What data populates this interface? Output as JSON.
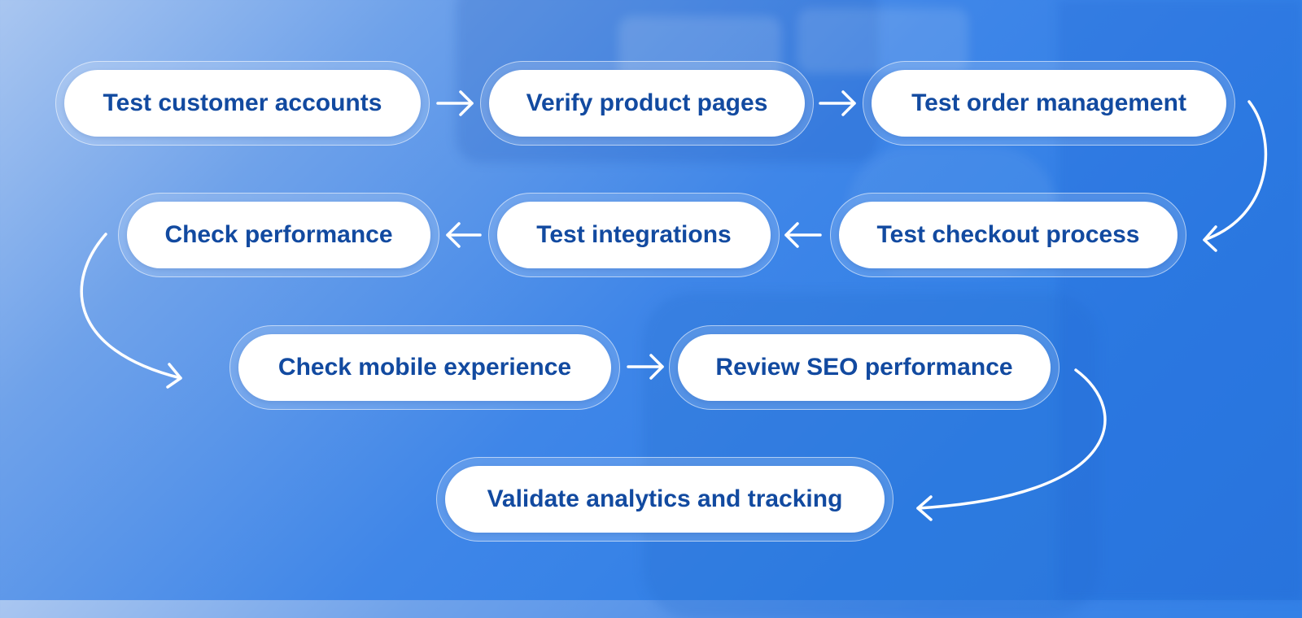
{
  "steps": [
    {
      "label": "Test customer accounts"
    },
    {
      "label": "Verify product pages"
    },
    {
      "label": "Test order management"
    },
    {
      "label": "Test checkout process"
    },
    {
      "label": "Test integrations"
    },
    {
      "label": "Check performance"
    },
    {
      "label": "Check mobile experience"
    },
    {
      "label": "Review SEO performance"
    },
    {
      "label": "Validate analytics and tracking"
    }
  ],
  "colors": {
    "text": "#124aa0",
    "pill": "#ffffff",
    "arrow": "#ffffff"
  }
}
